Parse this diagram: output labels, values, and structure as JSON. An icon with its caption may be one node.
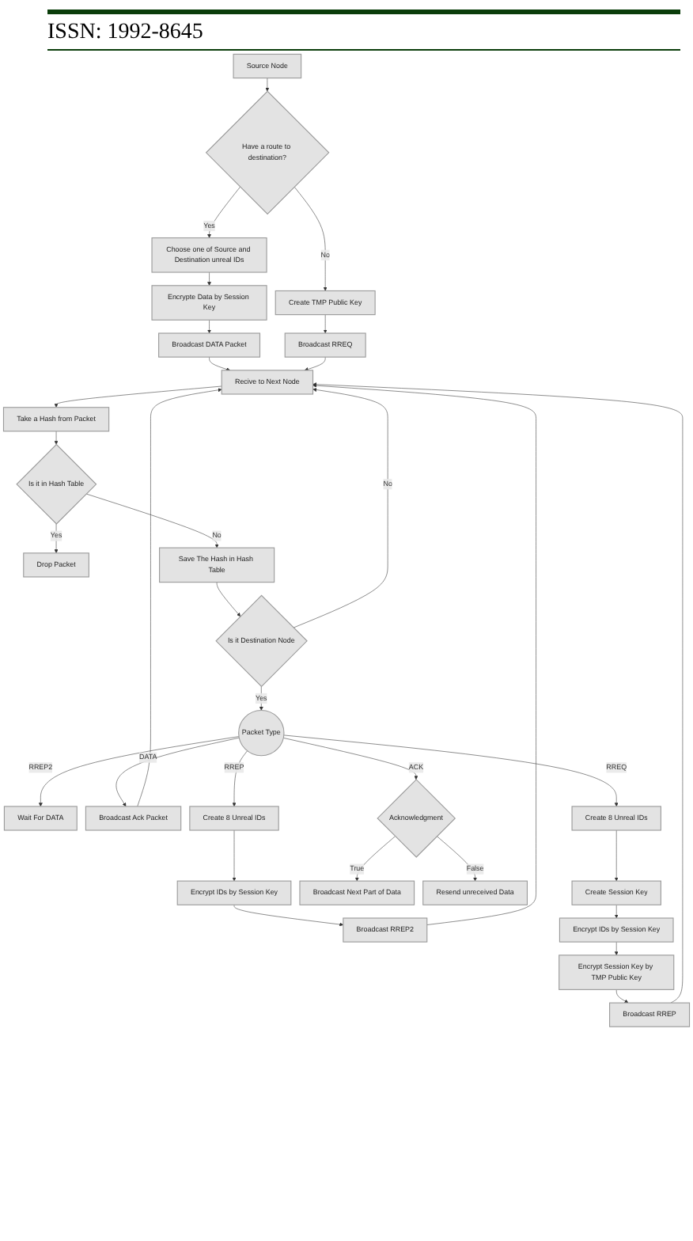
{
  "diagram": {
    "nodes": [
      {
        "text": [
          "Source Node"
        ]
      },
      {
        "text": [
          "Have a route to destination?"
        ]
      },
      {
        "text": [
          "Choose one of Source and Destination unreal IDs"
        ]
      },
      {
        "text": [
          "Encrypte Data by Session Key"
        ]
      },
      {
        "text": [
          "Broadcast DATA Packet"
        ]
      },
      {
        "text": [
          "Create TMP Public Key"
        ]
      },
      {
        "text": [
          "Broadcast RREQ"
        ]
      },
      {
        "text": [
          "Recive to Next Node"
        ]
      },
      {
        "text": [
          "Take a Hash from Packet"
        ]
      },
      {
        "text": [
          "Is it in Hash Table"
        ]
      },
      {
        "text": [
          "Drop Packet"
        ]
      },
      {
        "text": [
          "Save The Hash in Hash Table"
        ]
      },
      {
        "text": [
          "Wait For DATA"
        ]
      },
      {
        "text": [
          "Is it Destination Node"
        ]
      },
      {
        "text": [
          "Packet Type"
        ]
      },
      {
        "text": [
          "Broadcast Ack Packet"
        ]
      },
      {
        "text": [
          "Create 8 Unreal IDs"
        ]
      },
      {
        "text": [
          "Encrypt IDs by Session Key"
        ]
      },
      {
        "text": [
          "Broadcast RREP2"
        ]
      },
      {
        "text": [
          "Acknowledgment"
        ]
      },
      {
        "text": [
          "Broadcast Next Part of Data"
        ]
      },
      {
        "text": [
          "Broadcast RREP"
        ]
      },
      {
        "text": [
          "Resend unreceived Data"
        ]
      },
      {
        "text": [
          "Encrypt Session Key by TMP Public Key"
        ]
      },
      {
        "text": [
          "Encrypt IDs by Session Key"
        ]
      },
      {
        "text": [
          "Create Session Key"
        ]
      },
      {
        "text": [
          "Create 8 Unreal IDs"
        ]
      }
    ],
    "edges": [
      {
        "from": 0,
        "to": 1,
        "arrow": "to"
      },
      {
        "from": 1,
        "to": 2,
        "arrow": "to",
        "label": "Yes"
      },
      {
        "from": 2,
        "to": 3,
        "arrow": "to"
      },
      {
        "from": 3,
        "to": 4,
        "arrow": "to"
      },
      {
        "from": 4,
        "to": 7,
        "arrow": "to"
      },
      {
        "from": 1,
        "to": 5,
        "arrow": "to",
        "label": "No"
      },
      {
        "from": 5,
        "to": 6,
        "arrow": "to"
      },
      {
        "from": 6,
        "to": 7,
        "arrow": "to"
      },
      {
        "from": 7,
        "to": 8,
        "arrow": "to"
      },
      {
        "from": 8,
        "to": 9,
        "arrow": "to"
      },
      {
        "from": 9,
        "to": 10,
        "arrow": "to",
        "label": "Yes"
      },
      {
        "from": 9,
        "to": 11,
        "arrow": "to",
        "label": "No"
      },
      {
        "from": 11,
        "to": 13,
        "arrow": "to"
      },
      {
        "from": 13,
        "to": 14,
        "arrow": "to",
        "label": "Yes"
      },
      {
        "from": 13,
        "to": 7,
        "arrow": "to",
        "label": "No"
      },
      {
        "from": 14,
        "to": 12,
        "arrow": "to",
        "label": "RREP2"
      },
      {
        "from": 14,
        "to": 15,
        "arrow": "to",
        "label": "DATA"
      },
      {
        "from": 15,
        "to": 7,
        "arrow": "to"
      },
      {
        "from": 14,
        "to": 16,
        "arrow": "to",
        "label": "RREP"
      },
      {
        "from": 16,
        "to": 17,
        "arrow": "to"
      },
      {
        "from": 17,
        "to": 18,
        "arrow": "to"
      },
      {
        "from": 18,
        "to": 7,
        "arrow": "to"
      },
      {
        "from": 14,
        "to": 19,
        "arrow": "to",
        "label": "ACK"
      },
      {
        "from": 19,
        "to": 20,
        "arrow": "to",
        "label": "True"
      },
      {
        "from": 19,
        "to": 22,
        "arrow": "to",
        "label": "False"
      },
      {
        "from": 14,
        "to": 26,
        "arrow": "to",
        "label": "RREQ"
      },
      {
        "from": 26,
        "to": 25,
        "arrow": "to"
      },
      {
        "from": 25,
        "to": 24,
        "arrow": "to"
      },
      {
        "from": 24,
        "to": 23,
        "arrow": "to"
      },
      {
        "from": 23,
        "to": 21,
        "arrow": "to"
      },
      {
        "from": 21,
        "to": 7,
        "arrow": "to"
      }
    ],
    "labels": [
      "ISSN: 1992-8645"
    ]
  }
}
